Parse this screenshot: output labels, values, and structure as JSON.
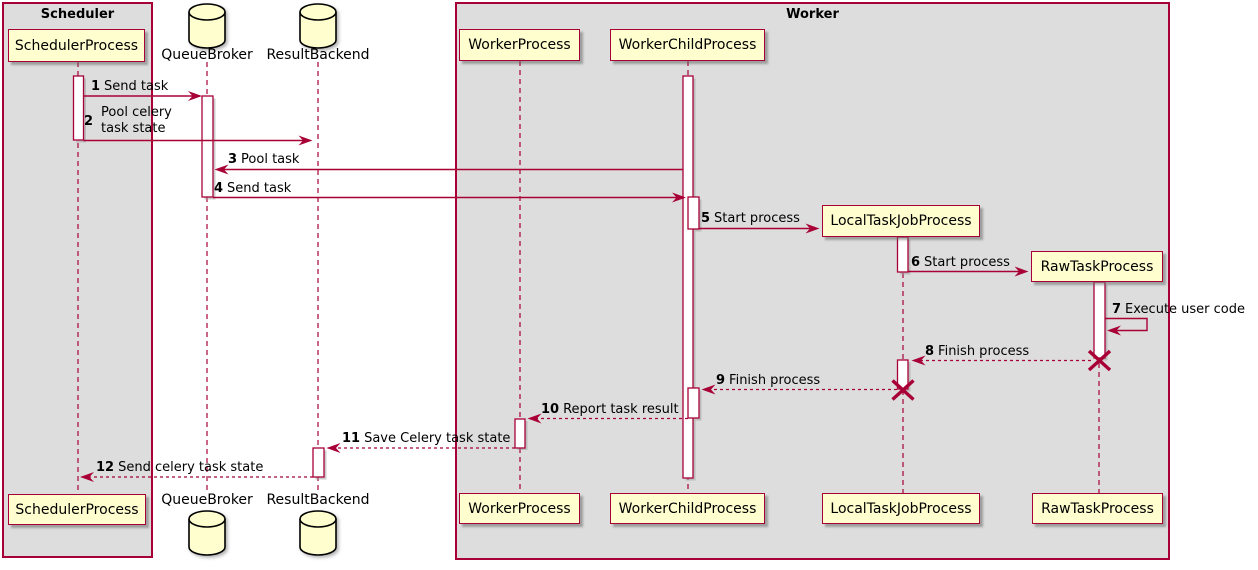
{
  "frames": {
    "scheduler": "Scheduler",
    "worker": "Worker"
  },
  "participants": {
    "scheduler_process": "SchedulerProcess",
    "queue_broker": "QueueBroker",
    "result_backend": "ResultBackend",
    "worker_process": "WorkerProcess",
    "worker_child_process": "WorkerChildProcess",
    "local_task_job_process": "LocalTaskJobProcess",
    "raw_task_process": "RawTaskProcess"
  },
  "messages": [
    {
      "num": "1",
      "text": "Send task"
    },
    {
      "num": "2",
      "line1": "Pool celery",
      "line2": "task state"
    },
    {
      "num": "3",
      "text": "Pool task"
    },
    {
      "num": "4",
      "text": "Send task"
    },
    {
      "num": "5",
      "text": "Start process"
    },
    {
      "num": "6",
      "text": "Start process"
    },
    {
      "num": "7",
      "text": "Execute user code"
    },
    {
      "num": "8",
      "text": "Finish process"
    },
    {
      "num": "9",
      "text": "Finish process"
    },
    {
      "num": "10",
      "text": "Report task result"
    },
    {
      "num": "11",
      "text": "Save Celery task state"
    },
    {
      "num": "12",
      "text": "Send celery task state"
    }
  ],
  "colors": {
    "accent": "#A80036",
    "participant_fill": "#FEFECE",
    "frame_fill": "#DDDDDD",
    "text": "#000000"
  }
}
